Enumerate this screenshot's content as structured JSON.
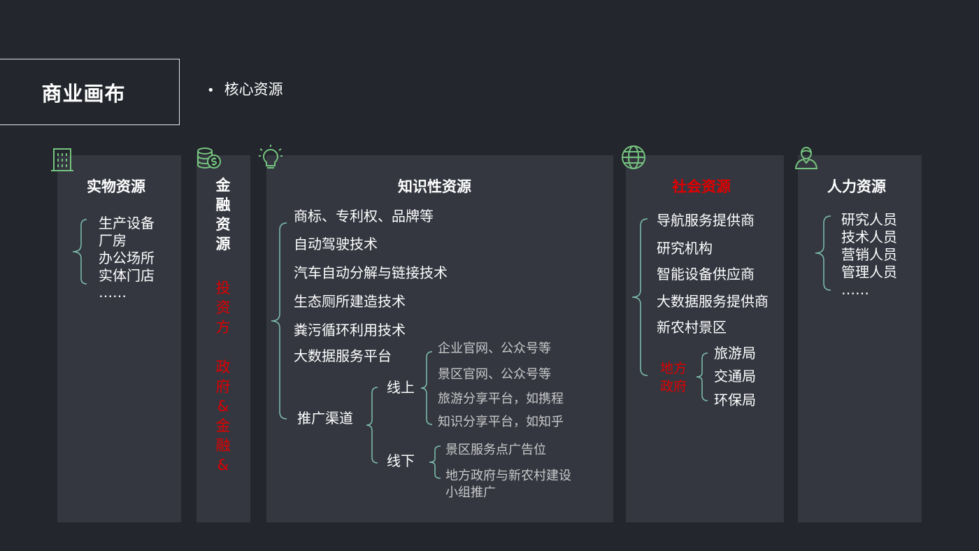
{
  "header": {
    "title": "商业画布",
    "subtitle": "核心资源"
  },
  "colors": {
    "background": "#23262d",
    "panel": "#343740",
    "accent_red": "#e00000",
    "icon_green": "#76c47f",
    "bracket": "#7fbfb0"
  },
  "physical": {
    "title": "实物资源",
    "items": [
      "生产设备",
      "厂房",
      "办公场所",
      "实体门店",
      "……"
    ]
  },
  "financial": {
    "title_chars": [
      "金",
      "融",
      "资",
      "源"
    ],
    "investors_chars": [
      "投",
      "资",
      "方"
    ],
    "gov_chars": [
      "政",
      "府",
      "&",
      "金",
      "融",
      "&"
    ]
  },
  "knowledge": {
    "title": "知识性资源",
    "items": [
      "商标、专利权、品牌等",
      "自动驾驶技术",
      "汽车自动分解与链接技术",
      "生态厕所建造技术",
      "粪污循环利用技术",
      "大数据服务平台"
    ],
    "promo": {
      "label": "推广渠道",
      "online": {
        "label": "线上",
        "items": [
          "企业官网、公众号等",
          "景区官网、公众号等",
          "旅游分享平台，如携程",
          "知识分享平台，如知乎"
        ]
      },
      "offline": {
        "label": "线下",
        "items": [
          "景区服务点广告位",
          "地方政府与新农村建设",
          "小组推广"
        ]
      }
    }
  },
  "social": {
    "title": "社会资源",
    "items": [
      "导航服务提供商",
      "研究机构",
      "智能设备供应商",
      "大数据服务提供商",
      "新农村景区"
    ],
    "local_gov": {
      "label_lines": [
        "地方",
        "政府"
      ],
      "items": [
        "旅游局",
        "交通局",
        "环保局"
      ]
    }
  },
  "human": {
    "title": "人力资源",
    "items": [
      "研究人员",
      "技术人员",
      "营销人员",
      "管理人员",
      "……"
    ]
  }
}
